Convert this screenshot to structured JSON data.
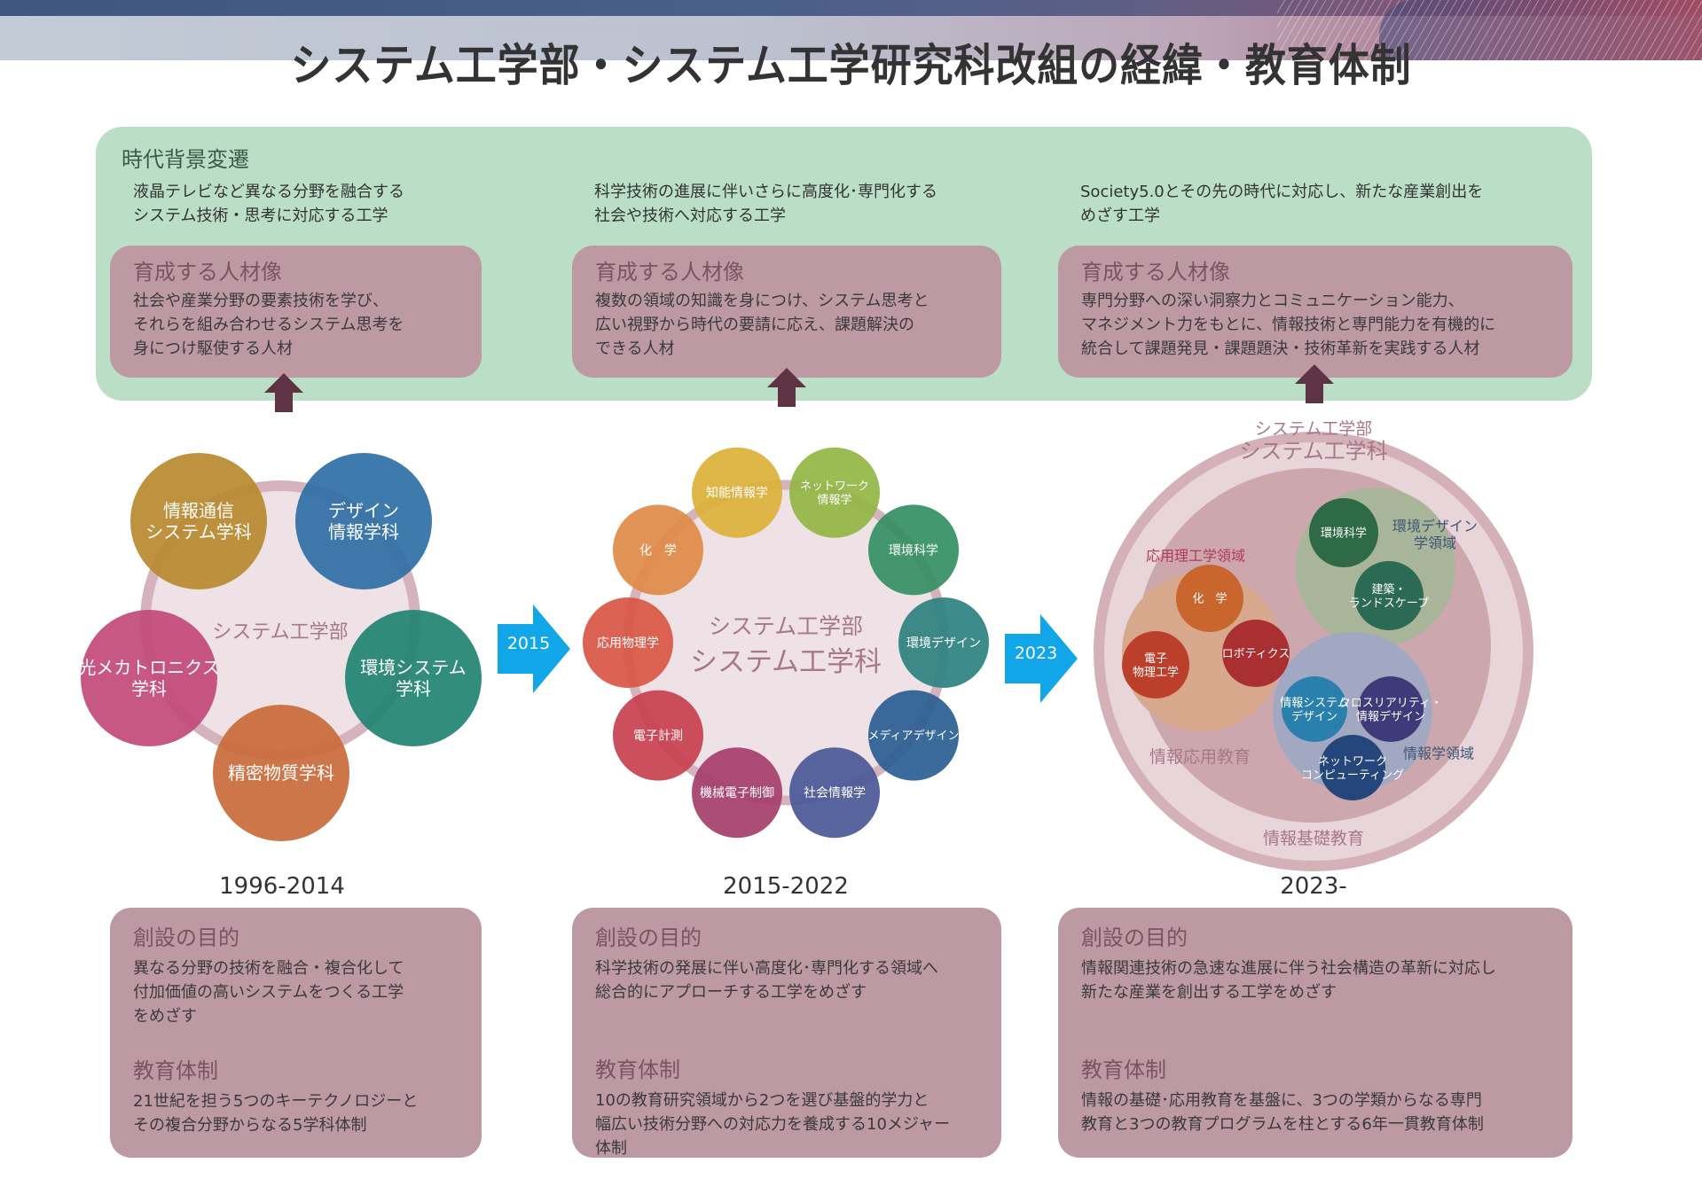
{
  "title": "システム工学部・システム工学研究科改組の経緯・教育体制",
  "colors": {
    "green_panel": "#bbdfc6",
    "pink_box": "#bd99a4",
    "arrow_dark": "#5e3343",
    "transition_arrow": "#10a6e8"
  },
  "era_background": {
    "heading": "時代背景変遷",
    "columns": [
      {
        "context": "液晶テレビなど異なる分野を融合する\nシステム技術・思考に対応する工学",
        "talent_heading": "育成する人材像",
        "talent_text": "社会や産業分野の要素技術を学び、\nそれらを組み合わせるシステム思考を\n身につけ駆使する人材"
      },
      {
        "context": "科学技術の進展に伴いさらに高度化･専門化する\n社会や技術へ対応する工学",
        "talent_heading": "育成する人材像",
        "talent_text": "複数の領域の知識を身につけ、システム思考と\n広い視野から時代の要請に応え、課題解決の\nできる人材"
      },
      {
        "context": "Society5.0とその先の時代に対応し、新たな産業創出を\nめざす工学",
        "talent_heading": "育成する人材像",
        "talent_text": "専門分野への深い洞察力とコミュニケーション能力、\nマネジメント力をもとに、情報技術と専門能力を有機的に\n統合して課題発見・課題題決・技術革新を実践する人材"
      }
    ]
  },
  "diagram1": {
    "center_label": "システム工学部",
    "departments": [
      {
        "label": "情報通信\nシステム学科",
        "color": "#b8892f"
      },
      {
        "label": "デザイン\n情報学科",
        "color": "#2f6fa6"
      },
      {
        "label": "環境システム\n学科",
        "color": "#218371"
      },
      {
        "label": "精密物質学科",
        "color": "#c96a3a"
      },
      {
        "label": "光メカトロニクス\n学科",
        "color": "#c24a78"
      }
    ]
  },
  "transition1": "2015",
  "diagram2": {
    "center_label_1": "システム工学部",
    "center_label_2": "システム工学科",
    "majors": [
      {
        "label": "知能情報学",
        "color": "#dcb13a"
      },
      {
        "label": "ネットワーク\n情報学",
        "color": "#93b544"
      },
      {
        "label": "環境科学",
        "color": "#348f64"
      },
      {
        "label": "環境デザイン",
        "color": "#2c8180"
      },
      {
        "label": "メディアデザイン",
        "color": "#2a5e92"
      },
      {
        "label": "社会情報学",
        "color": "#4a5896"
      },
      {
        "label": "機械電子制御",
        "color": "#a53e6c"
      },
      {
        "label": "電子計測",
        "color": "#c8404f"
      },
      {
        "label": "応用物理学",
        "color": "#d95644"
      },
      {
        "label": "化　学",
        "color": "#e08a48"
      }
    ]
  },
  "transition2": "2023",
  "diagram3": {
    "title_1": "システム工学部",
    "title_2": "システム工学科",
    "outer_label": "情報基礎教育",
    "inner_label": "情報応用教育",
    "domains": [
      {
        "label": "応用理工学領域",
        "color": "#d8a88c",
        "label_color": "#b23a55",
        "programs": [
          {
            "label": "化　学",
            "color": "#c8662e"
          },
          {
            "label": "電子\n物理工学",
            "color": "#bb3f2a"
          },
          {
            "label": "ロボティクス",
            "color": "#a92f30"
          }
        ]
      },
      {
        "label": "環境デザイン\n学領域",
        "color": "#a8b598",
        "label_color": "#3d5676",
        "programs": [
          {
            "label": "環境科学",
            "color": "#2e6a45"
          },
          {
            "label": "建築・\nランドスケープ",
            "color": "#2b6a55"
          }
        ]
      },
      {
        "label": "情報学領域",
        "color": "#a3a8c2",
        "label_color": "#3d5676",
        "programs": [
          {
            "label": "情報システム\nデザイン",
            "color": "#2a80ac"
          },
          {
            "label": "クロスリアリティ・\n情報デザイン",
            "color": "#3f3b7a"
          },
          {
            "label": "ネットワーク\nコンピューティング",
            "color": "#24467a"
          }
        ]
      }
    ]
  },
  "periods": [
    {
      "years": "1996-2014",
      "purpose_heading": "創設の目的",
      "purpose_text": "異なる分野の技術を融合・複合化して\n付加価値の高いシステムをつくる工学\nをめざす",
      "system_heading": "教育体制",
      "system_text": "21世紀を担う5つのキーテクノロジーと\nその複合分野からなる5学科体制"
    },
    {
      "years": "2015-2022",
      "purpose_heading": "創設の目的",
      "purpose_text": "科学技術の発展に伴い高度化･専門化する領域へ\n総合的にアプローチする工学をめざす",
      "system_heading": "教育体制",
      "system_text": "10の教育研究領域から2つを選び基盤的学力と\n幅広い技術分野への対応力を養成する10メジャー\n体制"
    },
    {
      "years": "2023-",
      "purpose_heading": "創設の目的",
      "purpose_text": "情報関連技術の急速な進展に伴う社会構造の革新に対応し\n新たな産業を創出する工学をめざす",
      "system_heading": "教育体制",
      "system_text": "情報の基礎･応用教育を基盤に、3つの学類からなる専門\n教育と3つの教育プログラムを柱とする6年一貫教育体制"
    }
  ]
}
